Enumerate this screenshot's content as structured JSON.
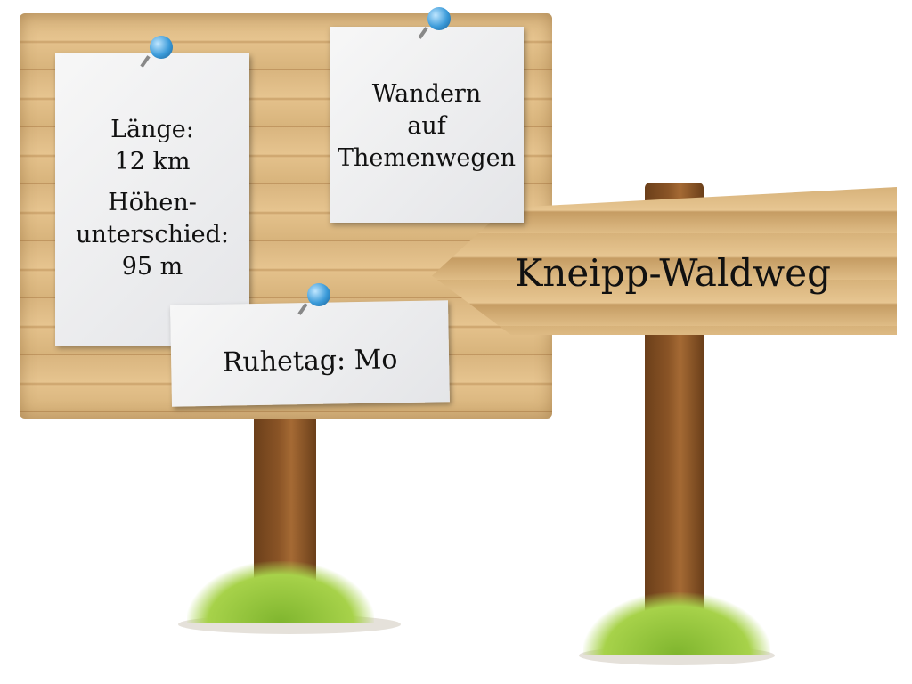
{
  "notes": {
    "length": {
      "label": "Länge:",
      "value": "12 km"
    },
    "elevation": {
      "label_line1": "Höhen-",
      "label_line2": "unterschied:",
      "value": "95 m"
    },
    "theme": {
      "line1": "Wandern",
      "line2": "auf",
      "line3": "Themenwegen"
    },
    "rest_day": "Ruhetag: Mo"
  },
  "direction_sign": {
    "label": "Kneipp-Waldweg"
  }
}
